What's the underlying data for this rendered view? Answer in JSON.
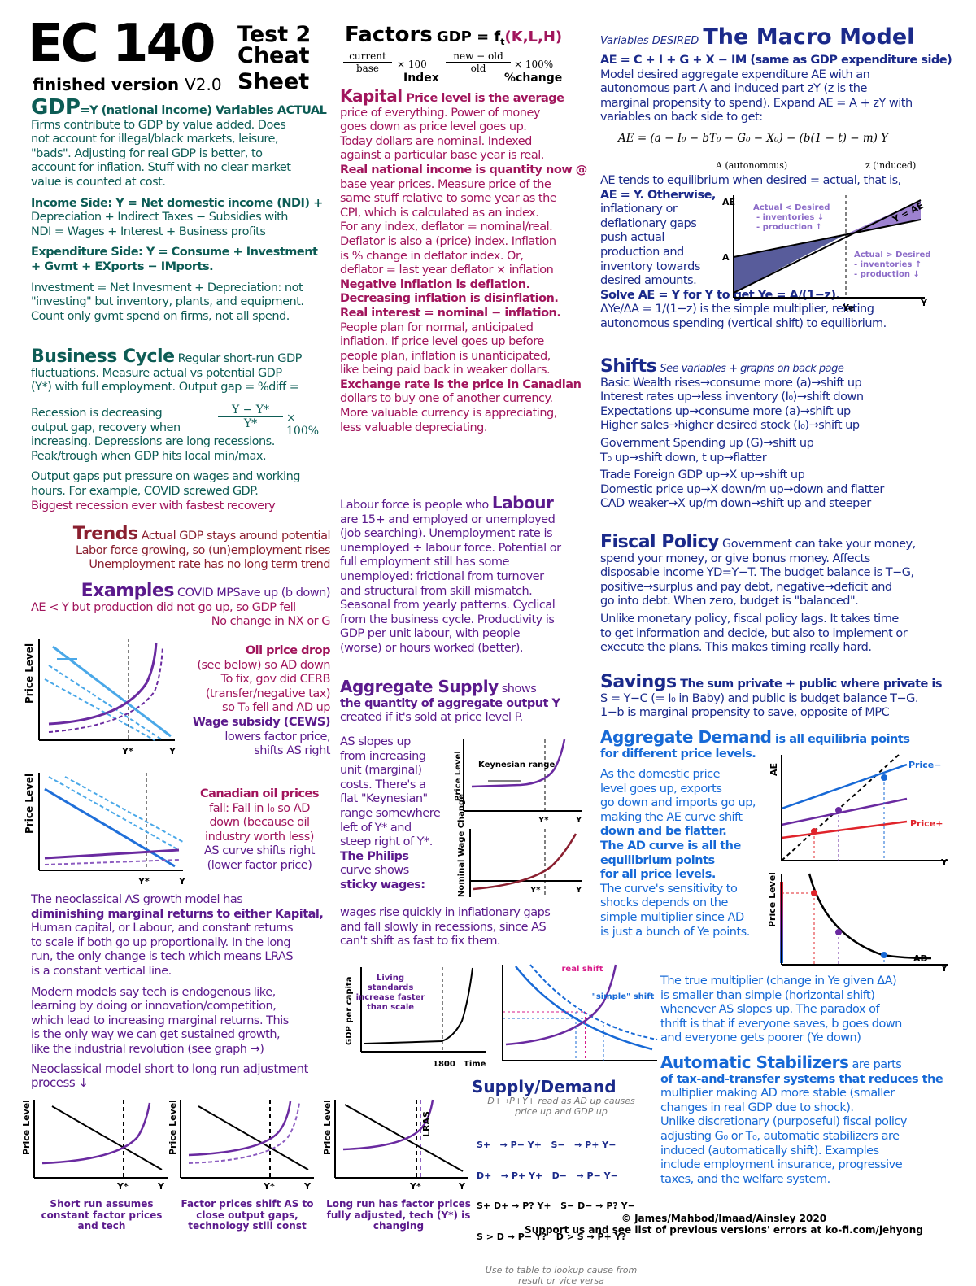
{
  "header": {
    "course": "EC 140",
    "test": "Test 2",
    "cheat": "Cheat",
    "sheet": "Sheet",
    "finished": "finished version",
    "version": "V2.0"
  },
  "factors": {
    "title": "Factors",
    "gdp_fn": "GDP = f",
    "t": "t",
    "args": "(K,L,H)",
    "index_top": "current",
    "index_bottom": "base",
    "index_mult": "× 100",
    "index_label": "Index",
    "change_top": "new − old",
    "change_bottom": "old",
    "change_mult": "× 100%",
    "change_label": "%change"
  },
  "gdp": {
    "title": "GDP",
    "lines": [
      "=Y (national income) Variables ACTUAL",
      "Firms contribute to GDP by value added. Does",
      "not account for illegal/black markets, leisure,",
      "\"bads\". Adjusting for real GDP is better, to",
      "account for inflation. Stuff with no clear market",
      "value is counted at cost."
    ],
    "income": [
      "Income Side: Y = Net domestic income (NDI) +",
      "Depreciation + Indirect Taxes − Subsidies with",
      "NDI = Wages + Interest + Business profits"
    ],
    "expenditure": [
      "Expenditure Side: Y = Consume + Investment",
      "+ Gvmt + EXports − IMports."
    ],
    "investment": [
      "Investment = Net Invesment + Depreciation: not",
      "\"investing\" but inventory, plants, and equipment.",
      "Count only gvmt spend on firms, not all spend."
    ]
  },
  "business": {
    "title": "Business Cycle",
    "lines": [
      " Regular short-run GDP",
      "fluctuations. Measure actual vs potential GDP",
      "(Y*) with full employment. Output gap = %diff ="
    ],
    "formula_top": "Y − Y*",
    "formula_bottom": "Y*",
    "formula_mult": "× 100%",
    "lines2": [
      "Recession is decreasing",
      "output gap, recovery when",
      "increasing. Depressions are long recessions.",
      "Peak/trough when GDP hits local min/max."
    ],
    "lines3": [
      "Output gaps put pressure on wages and working",
      "hours. For example, COVID screwed GDP."
    ],
    "covid": "Biggest recession ever with fastest recovery"
  },
  "trends": {
    "title": "Trends",
    "lines": [
      "Actual GDP stays around potential",
      "Labor force growing, so (un)employment rises",
      "Unemployment rate has no long term trend"
    ]
  },
  "examples": {
    "title": "Examples",
    "lines": [
      "COVID MPSave up (b down)",
      "AE < Y but production did not go up, so GDP fell",
      "No change in NX or G"
    ],
    "oil": [
      "Oil price drop",
      "(see below) so AD down",
      "To fix, gov did CERB",
      "(transfer/negative tax)",
      "so T₀ fell and AD up",
      "Wage subsidy (CEWS)",
      "lowers factor price,",
      "shifts AS right"
    ],
    "canadian": [
      "Canadian oil prices",
      "fall: Fall in I₀ so AD",
      "down (because oil",
      "industry worth less)",
      "AS curve shifts right",
      "(lower factor price)"
    ]
  },
  "neoclassical": {
    "lines": [
      "The neoclassical AS growth model has",
      "diminishing marginal returns to either Kapital,",
      "Human capital, or Labour, and constant returns",
      "to scale if both go up proportionally. In the long",
      "run, the only change is tech which means LRAS",
      "is a constant vertical line."
    ],
    "modern": [
      "Modern models say tech is endogenous like,",
      "learning by doing or innovation/competition,",
      "which lead to increasing marginal returns. This",
      "is the only way we can get sustained growth,",
      "like the industrial revolution (see graph →)"
    ],
    "process": "Neoclassical model short to long run adjustment process ↓"
  },
  "bottom_graphs": {
    "g1_caption": [
      "Short run assumes",
      "constant factor prices",
      "and tech"
    ],
    "g2_caption": [
      "Factor prices shift AS to",
      "close output gaps,",
      "technology still const"
    ],
    "g3_caption": [
      "Long run has factor prices",
      "fully adjusted, tech (Y*) is",
      "changing"
    ],
    "ylabel": "Price Level",
    "ystar": "Y*",
    "y": "Y",
    "lras": "LRAS"
  },
  "kapital": {
    "title": "Kapital",
    "lines": [
      " Price level is the average",
      "price of everything. Power of money",
      "goes down as price level goes up.",
      "Today dollars are nominal. Indexed",
      "against a particular base year is real.",
      "Real national income is quantity now @",
      "base year prices. Measure price of the",
      "same stuff relative to some year as the",
      "CPI, which is calculated as an index.",
      "For any index, deflator = nominal/real.",
      "Deflator is also a (price) index. Inflation",
      "is % change in deflator index. Or,",
      "deflator = last year deflator × inflation",
      "Negative inflation is deflation.",
      "Decreasing inflation is disinflation.",
      "Real interest = nominal − inflation.",
      "People plan for normal, anticipated",
      "inflation. If price level goes up before",
      "people plan, inflation is unanticipated,",
      "like being paid back in weaker dollars.",
      "Exchange rate is the price in Canadian",
      "dollars to buy one of another currency.",
      "More valuable currency is appreciating,",
      "less valuable depreciating."
    ]
  },
  "labour": {
    "title": "Labour",
    "lines": [
      "Labour force is people who",
      "are 15+ and employed or unemployed",
      "(job searching). Unemployment rate is",
      "unemployed ÷ labour force. Potential or",
      "full employment still has some",
      "unemployed: frictional from turnover",
      "and structural from skill mismatch.",
      "Seasonal from yearly patterns. Cyclical",
      "from the business cycle. Productivity is",
      "GDP per unit labour, with people",
      "(worse) or hours worked (better)."
    ]
  },
  "supply": {
    "title": "Aggregate Supply",
    "lines": [
      " shows",
      "the quantity of aggregate output Y",
      "created if it's sold at price level P."
    ],
    "left": [
      "AS slopes up",
      "from increasing",
      "unit (marginal)",
      "costs. There's a",
      "flat \"Keynesian\"",
      "range somewhere",
      "left of Y* and",
      "steep right of Y*.",
      "The Philips",
      "curve shows",
      "sticky wages:"
    ],
    "bottom": [
      "wages rise quickly in inflationary gaps",
      "and fall slowly in recessions, since AS",
      "can't shift as fast to fix them."
    ],
    "keynesian": "Keynesian range",
    "nominal_wage": "Nominal Wage Change",
    "living": [
      "Living",
      "standards",
      "increase faster",
      "than scale"
    ],
    "gdp_per_capita": "GDP per capita",
    "year": "1800",
    "time": "Time",
    "real_shift": "real shift",
    "simple_shift": "\"simple\" shift"
  },
  "supply_demand": {
    "title": "Supply/Demand",
    "intro": [
      "D+→P+Y+ read as AD up causes",
      "price up and GDP up"
    ],
    "rows": [
      "S+   → P− Y+   S−   → P+ Y−",
      "D+   → P+ Y+   D−   → P− Y−",
      "S+ D+ → P? Y+   S− D− → P? Y−",
      "S > D → P− Y?   D > S → P+ Y?"
    ],
    "note": [
      "Use to table to lookup cause from",
      "result or vice versa"
    ]
  },
  "macro": {
    "variables": "Variables DESIRED",
    "title": "The Macro Model",
    "lines": [
      "AE = C + I + G + X − IM (same as GDP expenditure side)",
      "Model desired aggregate expenditure AE with an",
      "autonomous part A and induced part zY (z is the",
      "marginal propensity to spend). Expand AE = A + zY with",
      "variables on back side to get:"
    ],
    "formula": "AE = (a − I₀ − bT₀ − G₀ − X₀) − (b(1 − t) − m) Y",
    "a_label": "A (autonomous)",
    "z_label": "z (induced)",
    "equil": [
      "AE tends to equilibrium when desired = actual, that is,",
      "AE = Y. Otherwise,",
      "inflationary or",
      "deflationary gaps",
      "push actual",
      "production and",
      "inventory towards",
      "desired amounts."
    ],
    "solve": [
      "Solve AE = Y for Y to get Ye = A/(1−z).",
      "ΔYe/ΔA = 1/(1−z) is the simple multiplier, relating",
      "autonomous spending (vertical shift) to equilibrium."
    ],
    "graph_ae": "AE",
    "graph_a": "A",
    "graph_y": "Y",
    "graph_ye": "Ye",
    "yae": "Y = AE",
    "lt": [
      "Actual < Desired",
      "- inventories ↓",
      "- production ↑"
    ],
    "gt": [
      "Actual > Desired",
      "- inventories ↑",
      "- production ↓"
    ]
  },
  "shifts": {
    "title": "Shifts",
    "sub": "See variables + graphs on back page",
    "lines": [
      "Basic Wealth rises→consume more (a)→shift up",
      "Interest rates up→less inventory (I₀)→shift down",
      "Expectations up→consume more (a)→shift up",
      "Higher sales→higher desired stock (I₀)→shift up",
      "Government Spending up (G)→shift up",
      "T₀ up→shift down, t up→flatter",
      "Trade Foreign GDP up→X up→shift up",
      "Domestic price up→X down/m up→down and flatter",
      "CAD weaker→X up/m down→shift up and steeper"
    ]
  },
  "fiscal": {
    "title": "Fiscal Policy",
    "lines": [
      " Government can take your money,",
      "spend your money, or give bonus money. Affects",
      "disposable income YD=Y−T. The budget balance is T−G,",
      "positive→surplus and pay debt, negative→deficit and",
      "go into debt. When zero, budget is \"balanced\".",
      "Unlike monetary policy, fiscal policy lags. It takes time",
      "to get information and decide, but also to implement or",
      "execute the plans. This makes timing really hard."
    ]
  },
  "savings": {
    "title": "Savings",
    "lines": [
      " The sum private + public where private is",
      "S = Y−C (= I₀ in Baby) and public is budget balance T−G.",
      "1−b is marginal propensity to save, opposite of MPC"
    ]
  },
  "demand": {
    "title": "Aggregate Demand",
    "lines": [
      " is all equilibria points",
      "for different price levels."
    ],
    "left": [
      "As the domestic price",
      "level goes up, exports",
      "go down and imports go up,",
      "making the AE curve shift",
      "down and be flatter.",
      "The AD curve is all the",
      "equilibrium points",
      "for all price levels.",
      "The curve's sensitivity to",
      "shocks depends on the",
      "simple multiplier since AD",
      "is just a bunch of Ye points."
    ],
    "price_minus": "Price−",
    "price_plus": "Price+",
    "ae": "AE",
    "y": "Y",
    "price_level": "Price Level",
    "ad": "AD",
    "true_mult": [
      "The true multiplier (change in Ye given ΔA)",
      "is smaller than simple (horizontal shift)",
      "whenever AS slopes up. The paradox of",
      "thrift is that if everyone saves, b goes down",
      "and everyone gets poorer (Ye down)"
    ]
  },
  "stabilizers": {
    "title": "Automatic Stabilizers",
    "lines": [
      " are parts",
      "of tax-and-transfer systems that reduces the",
      "multiplier making AD more stable (smaller",
      "changes in real GDP due to shock).",
      "Unlike discretionary (purposeful) fiscal policy",
      "adjusting G₀ or T₀, automatic stabilizers are",
      "induced (automatically shift). Examples",
      "include employment insurance, progressive",
      "taxes, and the welfare system."
    ]
  },
  "footer": {
    "credit": "© James/Mahbod/Imaad/Ainsley 2020",
    "support": "Support us and see list of previous versions' errors at ko-fi.com/jehyong"
  },
  "colors": {
    "teal": "#0d5c55",
    "magenta": "#a1155c",
    "purple": "#5b1a8c",
    "blue": "#1769d6",
    "navy": "#1b2a8a",
    "red": "#e0242b"
  }
}
